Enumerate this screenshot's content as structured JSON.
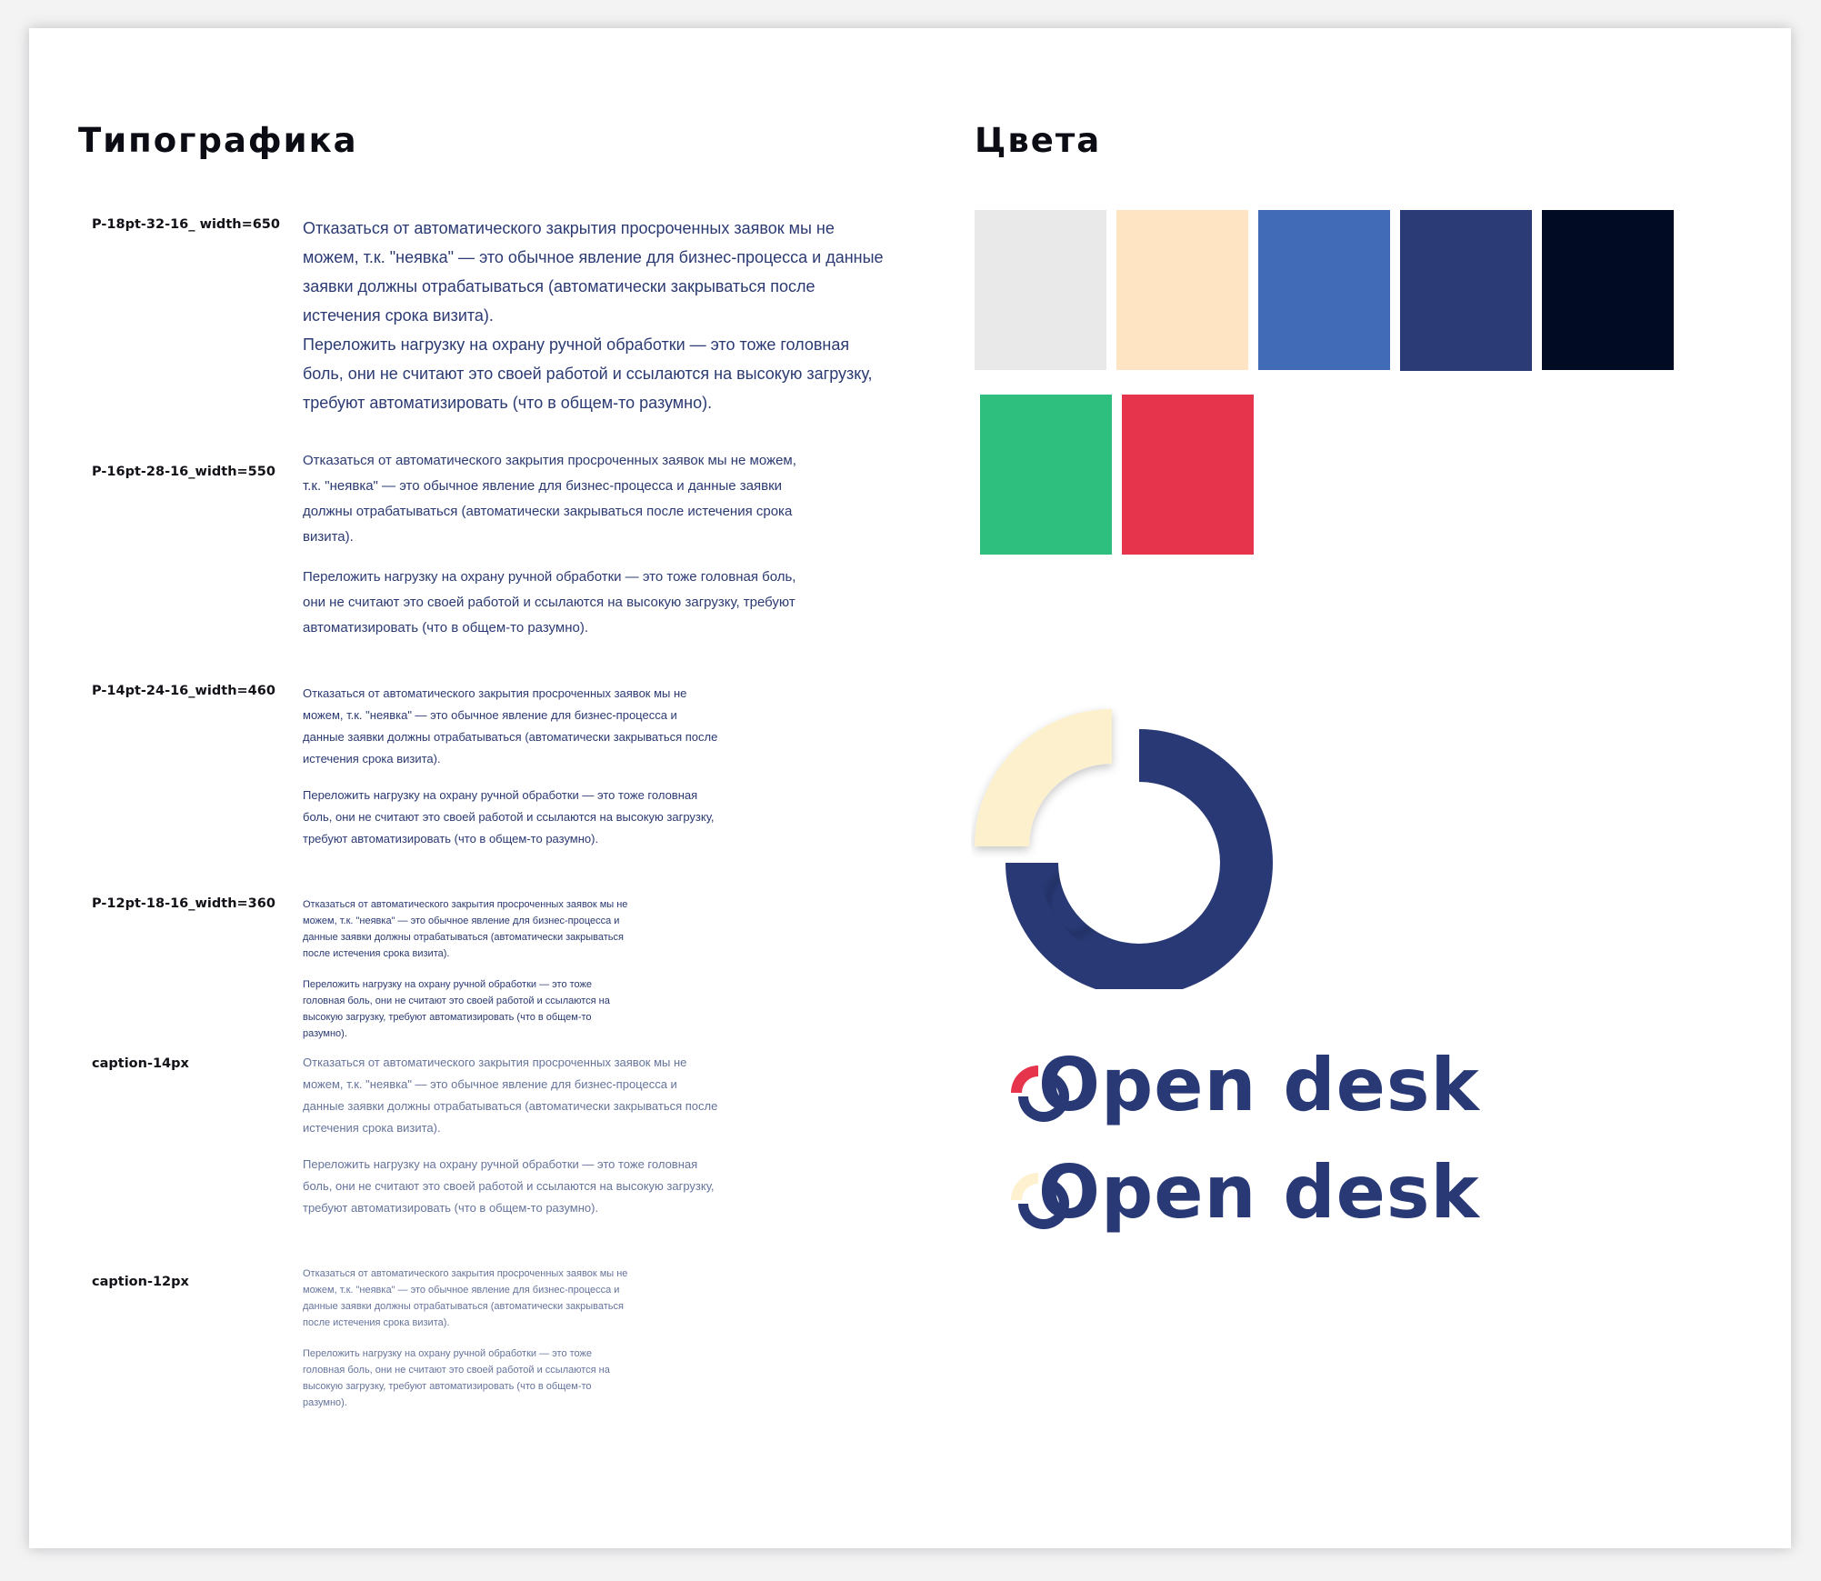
{
  "typography": {
    "title": "Типографика",
    "specs": [
      {
        "label": "P-18pt-32-16_ width=650",
        "paragraphs": [
          "Отказаться от автоматического закрытия просроченных заявок мы не можем, т.к. \"неявка\" — это обычное явление для бизнес-процесса и данные заявки должны отрабатываться (автоматически закрываться после истечения срока визита).",
          "Переложить нагрузку на охрану ручной обработки — это тоже головная боль, они не считают это своей работой и ссылаются на высокую загрузку, требуют автоматизировать (что в общем-то разумно)."
        ]
      },
      {
        "label": "P-16pt-28-16_width=550",
        "paragraphs": [
          "Отказаться от автоматического закрытия просроченных заявок мы не можем, т.к. \"неявка\" — это обычное явление для бизнес-процесса и данные заявки должны отрабатываться (автоматически закрываться после истечения срока визита).",
          "Переложить нагрузку на охрану ручной обработки — это тоже головная боль, они не считают это своей работой и ссылаются на высокую загрузку, требуют автоматизировать (что в общем-то разумно)."
        ]
      },
      {
        "label": "P-14pt-24-16_width=460",
        "paragraphs": [
          "Отказаться от автоматического закрытия просроченных заявок мы не можем, т.к. \"неявка\" — это обычное явление для бизнес-процесса и данные заявки должны отрабатываться (автоматически закрываться после истечения срока визита).",
          "Переложить нагрузку на охрану ручной обработки — это тоже головная боль, они не считают это своей работой и ссылаются на высокую загрузку, требуют автоматизировать (что в общем-то разумно)."
        ]
      },
      {
        "label": "P-12pt-18-16_width=360",
        "paragraphs": [
          "Отказаться от автоматического закрытия просроченных заявок мы не можем, т.к. \"неявка\" — это обычное явление для бизнес-процесса и данные заявки должны отрабатываться (автоматически закрываться после истечения срока визита).",
          "Переложить нагрузку на охрану ручной обработки — это тоже головная боль, они не считают это своей работой и ссылаются на высокую загрузку, требуют автоматизировать (что в общем-то разумно)."
        ]
      },
      {
        "label": "caption-14px",
        "paragraphs": [
          "Отказаться от автоматического закрытия просроченных заявок мы не можем, т.к. \"неявка\" — это обычное явление для бизнес-процесса и данные заявки должны отрабатываться (автоматически закрываться после истечения срока визита).",
          "Переложить нагрузку на охрану ручной обработки — это тоже головная боль, они не считают это своей работой и ссылаются на высокую загрузку, требуют автоматизировать (что в общем-то разумно)."
        ]
      },
      {
        "label": "caption-12px",
        "paragraphs": [
          "Отказаться от автоматического закрытия просроченных заявок мы не можем, т.к. \"неявка\" — это обычное явление для бизнес-процесса и данные заявки должны отрабатываться (автоматически закрываться после истечения срока визита).",
          "Переложить нагрузку на охрану ручной обработки — это тоже головная боль, они не считают это своей работой и ссылаются на высокую загрузку, требуют автоматизировать (что в общем-то разумно)."
        ]
      }
    ]
  },
  "colors": {
    "title": "Цвета",
    "swatches": [
      "#e9e9e9",
      "#ffe4c4",
      "#416bb7",
      "#2b3b75",
      "#020b24",
      "#2ebe7d",
      "#e5344b"
    ]
  },
  "logo": {
    "text": "Open desk",
    "variants": [
      {
        "accent": "#e5344b",
        "name": "logo-red-accent"
      },
      {
        "accent": "#fdf1cf",
        "name": "logo-cream-accent"
      }
    ]
  },
  "brand": {
    "navy": "#283975",
    "cream": "#fdf0cd"
  }
}
